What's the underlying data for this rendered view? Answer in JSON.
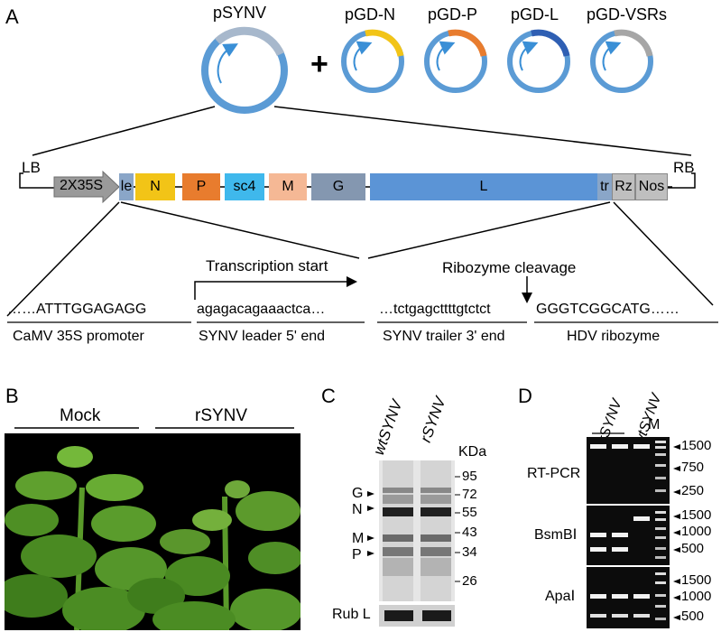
{
  "panels": {
    "A": "A",
    "B": "B",
    "C": "C",
    "D": "D"
  },
  "plasmids": {
    "main": "pSYNV",
    "plus": "+",
    "helpers": [
      "pGD-N",
      "pGD-P",
      "pGD-L",
      "pGD-VSRs"
    ]
  },
  "construct": {
    "lb": "LB",
    "rb": "RB",
    "promoter": "2X35S",
    "segments": {
      "le": "le",
      "N": "N",
      "P": "P",
      "sc4": "sc4",
      "M": "M",
      "G": "G",
      "L": "L",
      "tr": "tr",
      "Rz": "Rz",
      "Nos": "Nos"
    }
  },
  "junctions": {
    "transcription_start": "Transcription start",
    "ribozyme_cleavage": "Ribozyme cleavage",
    "seq1": "……ATTTGGAGAGG",
    "seq2": "agagacagaaactca…",
    "seq3": "…tctgagcttttgtctct",
    "seq4": "GGGTCGGCATG……",
    "cap1": "CaMV 35S promoter",
    "cap2": "SYNV leader 5' end",
    "cap3": "SYNV trailer 3' end",
    "cap4": "HDV ribozyme"
  },
  "panelB": {
    "mock": "Mock",
    "rsynv": "rSYNV"
  },
  "panelC": {
    "lanes": [
      "wtSYNV",
      "rSYNV"
    ],
    "unit": "KDa",
    "markers": [
      "95",
      "72",
      "55",
      "43",
      "34",
      "26"
    ],
    "bands": [
      "G",
      "N",
      "M",
      "P"
    ],
    "loading": "Rub L"
  },
  "panelD": {
    "lanes": [
      "rSYNV",
      "wtSYNV",
      "M"
    ],
    "rows": [
      "RT-PCR",
      "BsmBⅠ",
      "ApaⅠ"
    ],
    "markers_row1": [
      "1500",
      "750",
      "250"
    ],
    "markers_row2": [
      "1500",
      "1000",
      "500"
    ],
    "markers_row3": [
      "1500",
      "1000",
      "500"
    ]
  },
  "colors": {
    "le": "#8aa6c8",
    "N": "#f2c417",
    "P": "#e87c2e",
    "sc4": "#3fb8ec",
    "M": "#f5b895",
    "G": "#8497b0",
    "L": "#5b94d6",
    "tr": "#8aa6c8",
    "RzNos": "#bfbfbf",
    "promoter": "#9a9a9a"
  }
}
